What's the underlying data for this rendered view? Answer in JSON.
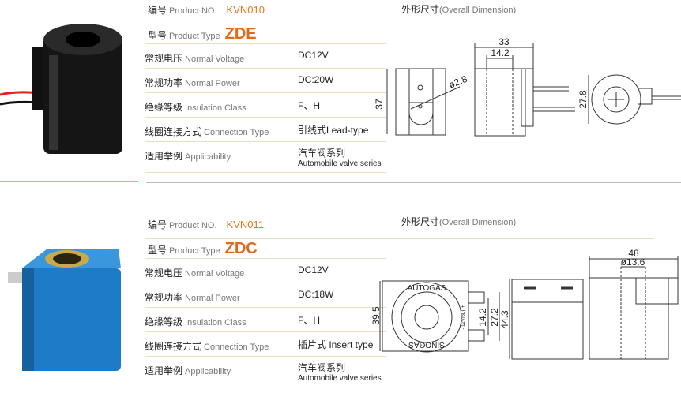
{
  "labels": {
    "product_no_cn": "编号",
    "product_no_en": "Product NO.",
    "product_type_cn": "型号",
    "product_type_en": "Product Type",
    "voltage_cn": "常规电压",
    "voltage_en": "Normal Voltage",
    "power_cn": "常规功率",
    "power_en": "Normal Power",
    "insulation_cn": "绝缘等级",
    "insulation_en": "Insulation Class",
    "connection_cn": "线圈连接方式",
    "connection_en": "Connection Type",
    "applicability_cn": "适用举例",
    "applicability_en": "Applicability",
    "dimension_cn": "外形尺寸",
    "dimension_en": "(Overall Dimension)"
  },
  "products": [
    {
      "no": "KVN010",
      "type": "ZDE",
      "voltage": "DC12V",
      "power": "DC:20W",
      "insulation": "F、H",
      "connection": "引线式Lead-type",
      "applicability_cn": "汽车阀系列",
      "applicability_en": "Automobile valve series",
      "dims": {
        "height": "37",
        "hole": "ø2.8",
        "width": "33",
        "inner": "14.2",
        "diameter": "27.8"
      }
    },
    {
      "no": "KVN011",
      "type": "ZDC",
      "voltage": "DC12V",
      "power": "DC:18W",
      "insulation": "F、H",
      "connection": "插片式 Insert type",
      "applicability_cn": "汽车阀系列",
      "applicability_en": "Automobile valve series",
      "dims": {
        "height": "39.5",
        "pin_gap": "14.2",
        "pin_span": "27.2",
        "side_height": "44.3",
        "width": "48",
        "bore": "ø13.6",
        "ring_top": "AUTOGAS",
        "ring_bottom": "SINOGAS",
        "rating": "- 12V/6LT +"
      }
    }
  ],
  "colors": {
    "accent": "#e07a20",
    "divider": "#f1dcc2"
  }
}
